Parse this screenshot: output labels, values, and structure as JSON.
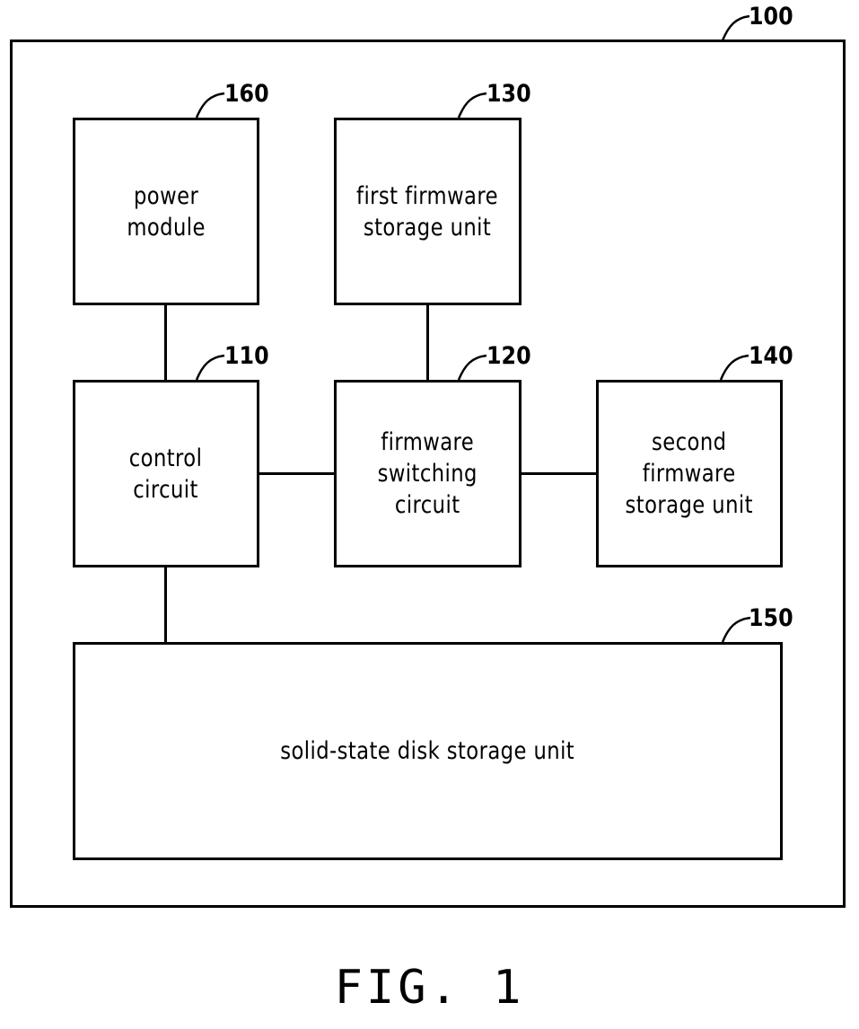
{
  "figure": {
    "caption": "FIG. 1",
    "outer_label": "100"
  },
  "blocks": {
    "power_module": {
      "ref": "160",
      "text": "power\nmodule"
    },
    "first_firmware_storage": {
      "ref": "130",
      "text": "first firmware\nstorage unit"
    },
    "control_circuit": {
      "ref": "110",
      "text": "control\ncircuit"
    },
    "firmware_switching": {
      "ref": "120",
      "text": "firmware\nswitching\ncircuit"
    },
    "second_firmware_storage": {
      "ref": "140",
      "text": "second\nfirmware\nstorage unit"
    },
    "ssd_storage": {
      "ref": "150",
      "text": "solid-state disk storage unit"
    }
  },
  "connections": [
    [
      "power_module",
      "control_circuit"
    ],
    [
      "first_firmware_storage",
      "firmware_switching"
    ],
    [
      "control_circuit",
      "firmware_switching"
    ],
    [
      "firmware_switching",
      "second_firmware_storage"
    ],
    [
      "control_circuit",
      "ssd_storage"
    ]
  ]
}
